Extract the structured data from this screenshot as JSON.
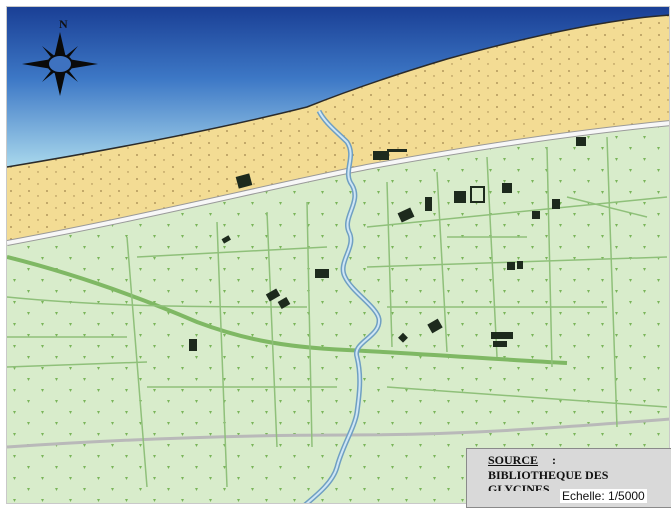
{
  "map": {
    "north_label": "N",
    "source_title": "SOURCE",
    "source_colon": ":",
    "source_line1": "BIBLIOTHEQUE DES",
    "source_line2": "GLYCINES",
    "scale": "Echelle: 1/5000",
    "colors": {
      "deep_sea": "#1e4fa8",
      "sea": "#4b88cf",
      "shallow_sea": "#9fd0e8",
      "beach": "#f3dc94",
      "land": "#d8eccb",
      "road": "#f4f4f4",
      "river": "#8db6d6",
      "building": "#1d2a1d",
      "vegetation": "#7ab55a"
    },
    "icons": [
      "north-arrow-icon"
    ]
  }
}
